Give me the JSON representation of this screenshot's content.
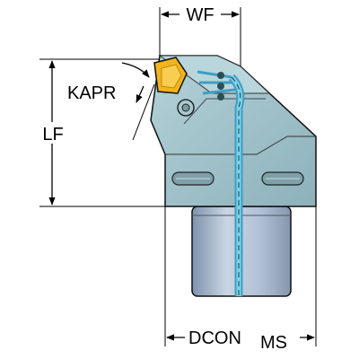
{
  "labels": {
    "wf": "WF",
    "kapr": "KAPR",
    "lf": "LF",
    "dcon": "DCON",
    "dcon_sub": "MS"
  },
  "colors": {
    "body": "#9fc0c8",
    "body_dark": "#7fa3ad",
    "shank": "#a9b8cc",
    "insert": "#f2b41c",
    "coolant": "#4fb4d8",
    "outline": "#111111"
  }
}
